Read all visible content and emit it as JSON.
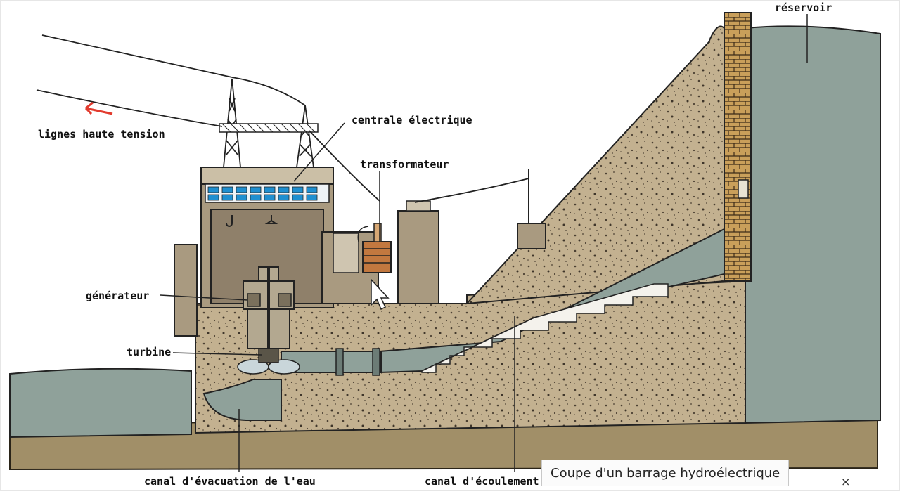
{
  "labels": {
    "reservoir": "réservoir",
    "power_lines": "lignes haute tension",
    "power_station": "centrale électrique",
    "transformer": "transformateur",
    "generator": "générateur",
    "turbine": "turbine",
    "tailrace": "canal d'évacuation de l'eau",
    "penstock": "canal d'écoulement"
  },
  "tooltip": {
    "text": "Coupe d'un barrage hydroélectrique",
    "close_glyph": "×"
  },
  "colors": {
    "concrete": "#c3b190",
    "water": "#8fa19a",
    "ground": "#a18f68",
    "building": "#a99a80",
    "window": "#1f8fd0",
    "transformer": "#c2783f",
    "arrow": "#e23b2e"
  }
}
